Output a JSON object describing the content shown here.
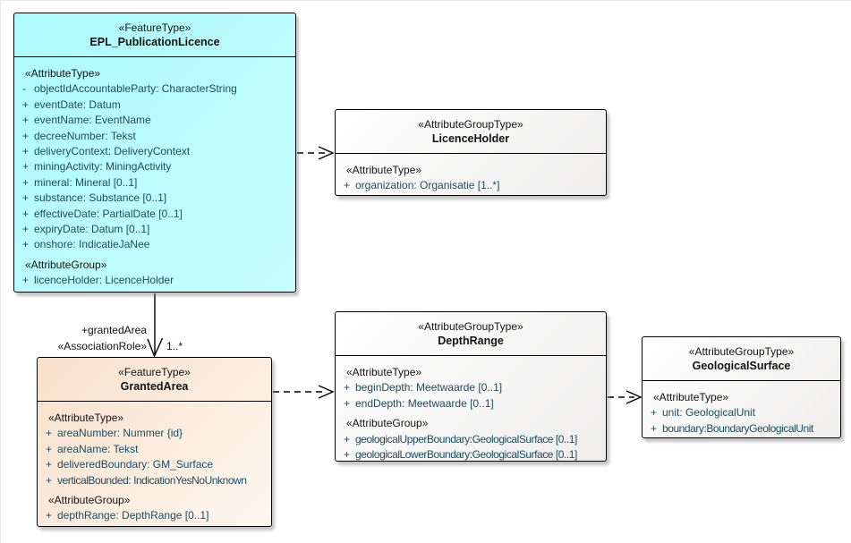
{
  "colors": {
    "feature_fill_start": "#ADFAFC",
    "feature_fill_end": "#C7FDFE",
    "granted_fill_start": "#F8E0CC",
    "granted_fill_end": "#FDF7F0",
    "group_fill_start": "#FFFFFF",
    "group_fill_end": "#EFEEED",
    "attribute_text": "#1E4B5F",
    "border_color": "#000000"
  },
  "boxes": {
    "epl": {
      "stereotype": "«FeatureType»",
      "name": "EPL_PublicationLicence",
      "attr_label": "«AttributeType»",
      "attrs": [
        {
          "v": "-",
          "t": "objectIdAccountableParty: CharacterString"
        },
        {
          "v": "+",
          "t": "eventDate: Datum"
        },
        {
          "v": "+",
          "t": "eventName: EventName"
        },
        {
          "v": "+",
          "t": "decreeNumber: Tekst"
        },
        {
          "v": "+",
          "t": "deliveryContext: DeliveryContext"
        },
        {
          "v": "+",
          "t": "miningActivity: MiningActivity"
        },
        {
          "v": "+",
          "t": "mineral: Mineral [0..1]"
        },
        {
          "v": "+",
          "t": "substance: Substance [0..1]"
        },
        {
          "v": "+",
          "t": "effectiveDate: PartialDate [0..1]"
        },
        {
          "v": "+",
          "t": "expiryDate: Datum [0..1]"
        },
        {
          "v": "+",
          "t": "onshore: IndicatieJaNee"
        }
      ],
      "group_label": "«AttributeGroup»",
      "group_attrs": [
        {
          "v": "+",
          "t": "licenceHolder: LicenceHolder"
        }
      ]
    },
    "licence_holder": {
      "stereotype": "«AttributeGroupType»",
      "name": "LicenceHolder",
      "attr_label": "«AttributeType»",
      "attrs": [
        {
          "v": "+",
          "t": "organization: Organisatie [1..*]"
        }
      ]
    },
    "granted_area": {
      "stereotype": "«FeatureType»",
      "name": "GrantedArea",
      "attr_label": "«AttributeType»",
      "attrs": [
        {
          "v": "+",
          "t": "areaNumber: Nummer {id}"
        },
        {
          "v": "+",
          "t": "areaName: Tekst"
        },
        {
          "v": "+",
          "t": "deliveredBoundary: GM_Surface"
        },
        {
          "v": "+",
          "t": "verticalBounded: IndicationYesNoUnknown"
        }
      ],
      "group_label": "«AttributeGroup»",
      "group_attrs": [
        {
          "v": "+",
          "t": "depthRange: DepthRange [0..1]"
        }
      ]
    },
    "depth_range": {
      "stereotype": "«AttributeGroupType»",
      "name": "DepthRange",
      "attr_label": "«AttributeType»",
      "attrs": [
        {
          "v": "+",
          "t": "beginDepth: Meetwaarde [0..1]"
        },
        {
          "v": "+",
          "t": "endDepth: Meetwaarde [0..1]"
        }
      ],
      "group_label": "«AttributeGroup»",
      "group_attrs": [
        {
          "v": "+",
          "t": "geologicalUpperBoundary:GeologicalSurface [0..1]"
        },
        {
          "v": "+",
          "t": "geologicalLowerBoundary:GeologicalSurface [0..1]"
        }
      ]
    },
    "geological_surface": {
      "stereotype": "«AttributeGroupType»",
      "name": "GeologicalSurface",
      "attr_label": "«AttributeType»",
      "attrs": [
        {
          "v": "+",
          "t": "unit: GeologicalUnit"
        },
        {
          "v": "+",
          "t": "boundary:BoundaryGeologicalUnit"
        }
      ]
    }
  },
  "connectors": {
    "granted_area_association": {
      "role": "+grantedArea",
      "stereotype": "«AssociationRole»",
      "multiplicity": "1..*"
    }
  }
}
